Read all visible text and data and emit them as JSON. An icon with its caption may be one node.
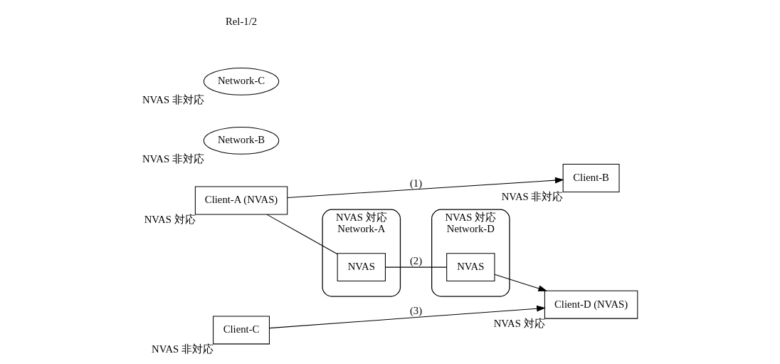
{
  "diagram": {
    "nodes": [
      {
        "text": [
          "Client-A (NVAS)"
        ],
        "beside": [
          "NVAS 対応"
        ]
      },
      {
        "text": [
          "Network-A"
        ],
        "beside": [
          "NVAS 対応"
        ]
      },
      {
        "text": [
          "NVAS"
        ],
        "in": 1
      },
      {
        "text": [
          "Network-B"
        ],
        "beside": [
          "NVAS 非対応"
        ]
      },
      {
        "text": [
          "Client-B"
        ],
        "beside": [
          "NVAS 非対応"
        ]
      },
      {
        "text": [
          "Client-C"
        ],
        "beside": [
          "NVAS 非対応"
        ]
      },
      {
        "text": [
          "Network-C"
        ],
        "beside": [
          "NVAS 非対応"
        ]
      },
      {
        "text": [
          "Network-D"
        ],
        "beside": [
          "NVAS 対応"
        ]
      },
      {
        "text": [
          "NVAS"
        ],
        "in": 7
      },
      {
        "text": [
          "Client-D (NVAS)"
        ],
        "beside": [
          "NVAS 対応"
        ]
      }
    ],
    "edges": [
      {
        "from": 0,
        "to": 4,
        "arrow": "to",
        "label": "(1)"
      },
      {
        "from": 0,
        "to": 2,
        "arrow": "none"
      },
      {
        "from": 2,
        "to": 8,
        "arrow": "none",
        "label": "(2)"
      },
      {
        "from": 8,
        "to": 9,
        "arrow": "to"
      },
      {
        "from": 5,
        "to": 9,
        "arrow": "to",
        "label": "(3)"
      }
    ],
    "labels": [
      "Rel-1/2"
    ]
  }
}
